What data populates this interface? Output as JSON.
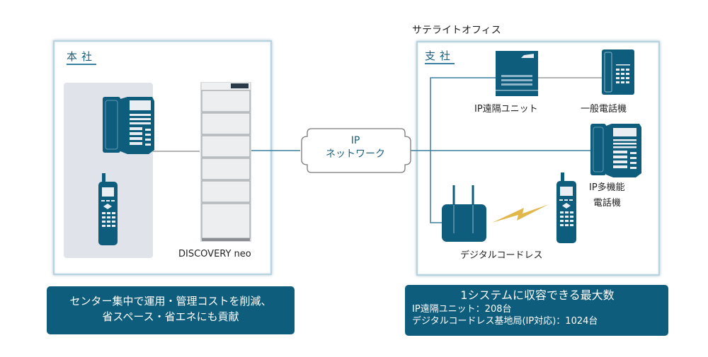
{
  "diagram": {
    "headquarters": {
      "title": "本社",
      "pbx_label": "DISCOVERY neo",
      "devices": [
        "multi-function-phone",
        "cordless-handset"
      ]
    },
    "network": {
      "label": "IP\nネットワーク"
    },
    "branch": {
      "group_label": "サテライトオフィス",
      "title": "支社",
      "ip_remote_unit_label": "IP遠隔ユニット",
      "general_phone_label": "一般電話機",
      "ip_phone_label": "IP多機能\n電話機",
      "digital_cordless_label": "デジタルコードレス"
    },
    "callouts": {
      "headquarters": "センター集中で運用・管理コストを削減、\n省スペース・省エネにも貢献",
      "branch": {
        "title": "1システムに収容できる最大数",
        "lines": [
          "IP遠隔ユニット：208台",
          "デジタルコードレス基地局(IP対応)：1024台"
        ]
      }
    },
    "colors": {
      "device": "#0f5d7c",
      "line_blue": "#3b7fa0",
      "line_gray": "#888888",
      "panel_border": "#b8d3e0",
      "device_bg": "#e0e4ea",
      "callout_bg": "#0f5d7c",
      "wireless_bolt": "#e2b84a"
    }
  }
}
